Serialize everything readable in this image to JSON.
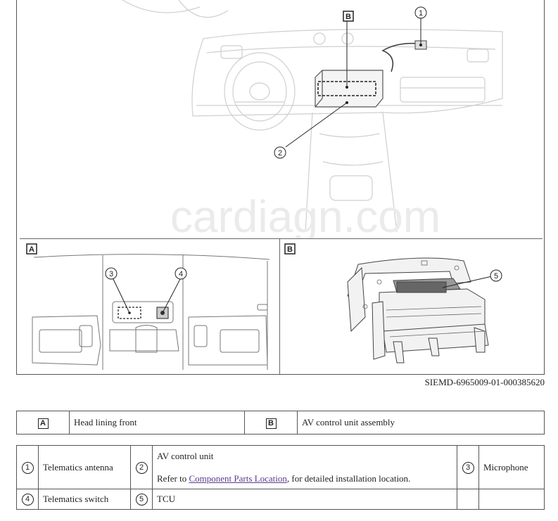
{
  "figure": {
    "callouts": {
      "c1": "1",
      "c2": "2",
      "c3": "3",
      "c4": "4",
      "c5": "5",
      "boxA": "A",
      "boxB": "B"
    },
    "watermark": "cardiagn.com",
    "caption": "SIEMD-6965009-01-000385620"
  },
  "legend_sections": [
    {
      "key": "A",
      "label": "Head lining front"
    },
    {
      "key": "B",
      "label": "AV control unit assembly"
    }
  ],
  "legend_items": {
    "i1": {
      "num": "1",
      "label": "Telematics antenna"
    },
    "i2": {
      "num": "2",
      "label": "AV control unit",
      "note_prefix": "Refer to ",
      "note_link": "Component Parts Location",
      "note_suffix": ", for detailed installation location."
    },
    "i3": {
      "num": "3",
      "label": "Microphone"
    },
    "i4": {
      "num": "4",
      "label": "Telematics switch"
    },
    "i5": {
      "num": "5",
      "label": "TCU"
    }
  }
}
